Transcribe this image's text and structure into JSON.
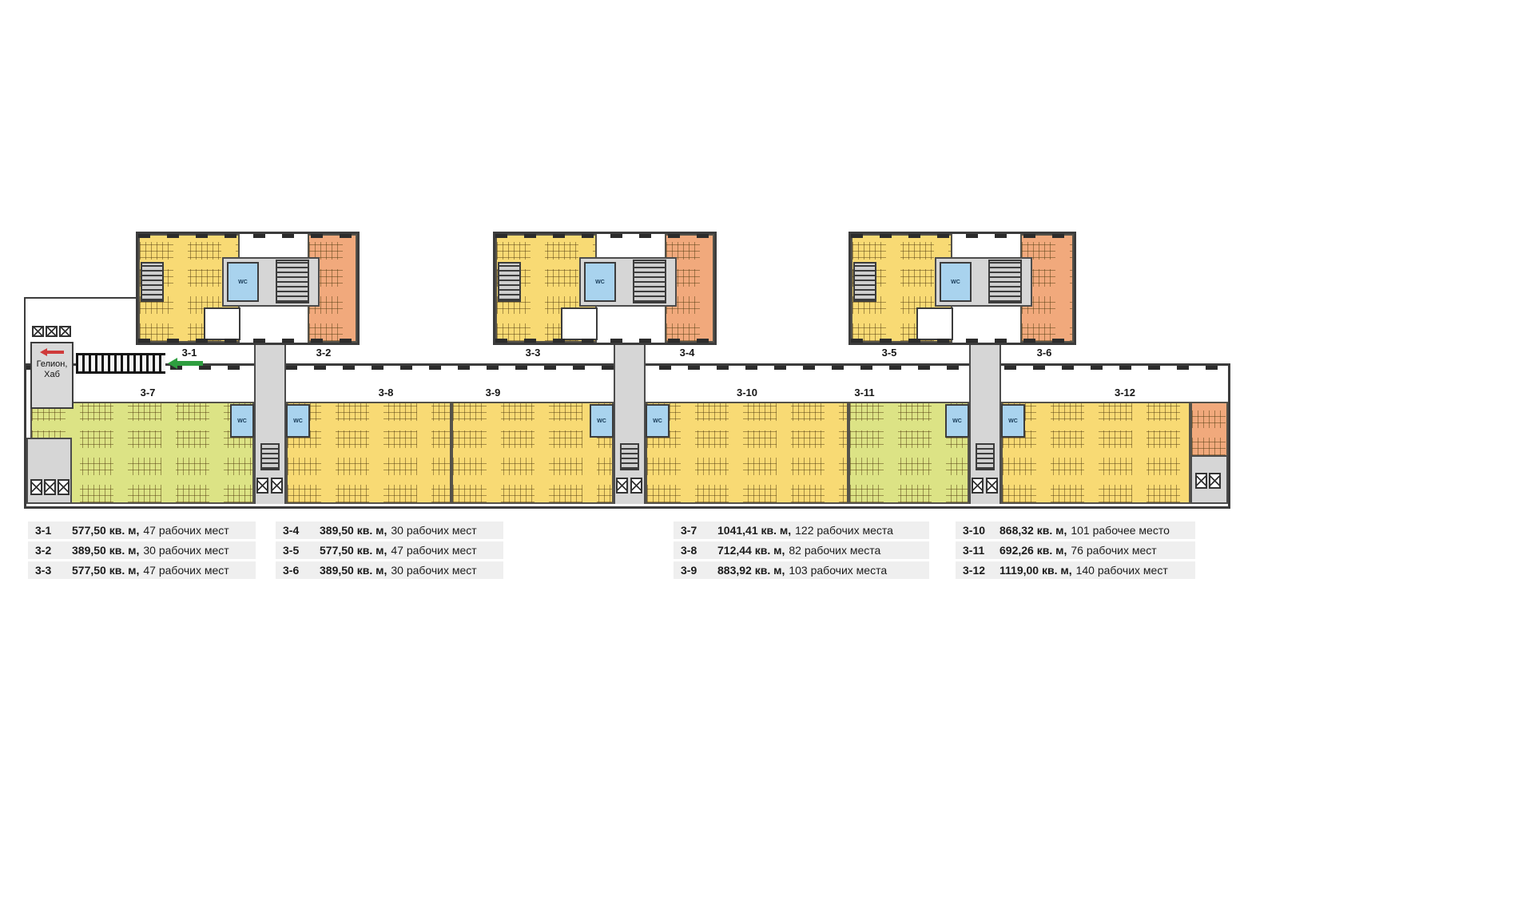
{
  "plan": {
    "wing_labels": [
      "3-1",
      "3-2",
      "3-3",
      "3-4",
      "3-5",
      "3-6"
    ],
    "section_labels": [
      "3-7",
      "3-8",
      "3-9",
      "3-10",
      "3-11",
      "3-12"
    ],
    "wc_label": "WC",
    "hub": {
      "line1": "Гелион,",
      "line2": "Хаб"
    }
  },
  "legend": {
    "columns": [
      {
        "items": [
          {
            "id": "3-1",
            "area": "577,50 кв. м,",
            "seats": "47 рабочих мест"
          },
          {
            "id": "3-2",
            "area": "389,50 кв. м,",
            "seats": "30 рабочих мест"
          },
          {
            "id": "3-3",
            "area": "577,50 кв. м,",
            "seats": "47 рабочих мест"
          }
        ]
      },
      {
        "items": [
          {
            "id": "3-4",
            "area": "389,50 кв. м,",
            "seats": "30 рабочих мест"
          },
          {
            "id": "3-5",
            "area": "577,50 кв. м,",
            "seats": "47 рабочих мест"
          },
          {
            "id": "3-6",
            "area": "389,50 кв. м,",
            "seats": "30 рабочих мест"
          }
        ]
      },
      {
        "items": [
          {
            "id": "3-7",
            "area": "1041,41 кв. м,",
            "seats": "122 рабочих места"
          },
          {
            "id": "3-8",
            "area": "712,44 кв. м,",
            "seats": "82 рабочих места"
          },
          {
            "id": "3-9",
            "area": "883,92 кв. м,",
            "seats": "103 рабочих места"
          }
        ]
      },
      {
        "items": [
          {
            "id": "3-10",
            "area": "868,32 кв. м,",
            "seats": "101 рабочее место"
          },
          {
            "id": "3-11",
            "area": "692,26 кв. м,",
            "seats": "76 рабочих мест"
          },
          {
            "id": "3-12",
            "area": "1119,00 кв. м,",
            "seats": "140 рабочих мест"
          }
        ]
      }
    ]
  },
  "colors": {
    "office_yellow": "#f8da74",
    "office_green": "#dce385",
    "office_orange": "#f1a97c",
    "wc_blue": "#a9d3ee",
    "corridor_gray": "#d6d6d6",
    "arrow_green": "#2e9e3f",
    "arrow_red": "#cf3a3a"
  }
}
